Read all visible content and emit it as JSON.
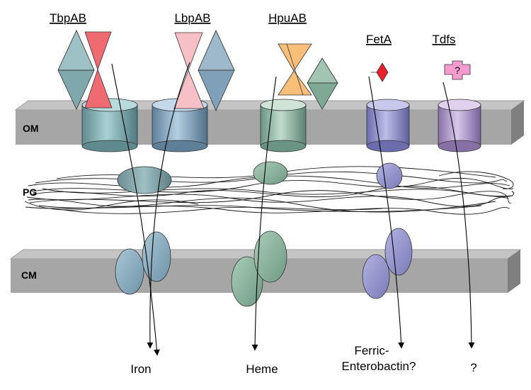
{
  "layers": {
    "om": "OM",
    "pg": "PG",
    "cm": "CM"
  },
  "receptors": [
    {
      "name": "TbpAB"
    },
    {
      "name": "LbpAB"
    },
    {
      "name": "HpuAB"
    },
    {
      "name": "FetA"
    },
    {
      "name": "Tdfs"
    }
  ],
  "ligand_marks": {
    "tdfs_unknown": "?"
  },
  "products": {
    "iron": "Iron",
    "heme": "Heme",
    "ferric_line1": "Ferric-",
    "ferric_line2": "Enterobactin?",
    "unknown": "?"
  },
  "colors": {
    "membrane": "#a6a6a6",
    "membrane_top": "#bfbfbf",
    "membrane_side": "#7f7f7f",
    "tbp_teal": "#7fa8ad",
    "tbp_red": "#f06a72",
    "lbp_blue": "#7fa0b8",
    "lbp_pink": "#f7c0c6",
    "hpu_green": "#8fb3a2",
    "hpu_orange": "#f9bf79",
    "fet_purple": "#8c8cc6",
    "fet_red": "#e8202e",
    "tdf_purple": "#a591c0",
    "tdf_pink": "#f59bd0"
  }
}
